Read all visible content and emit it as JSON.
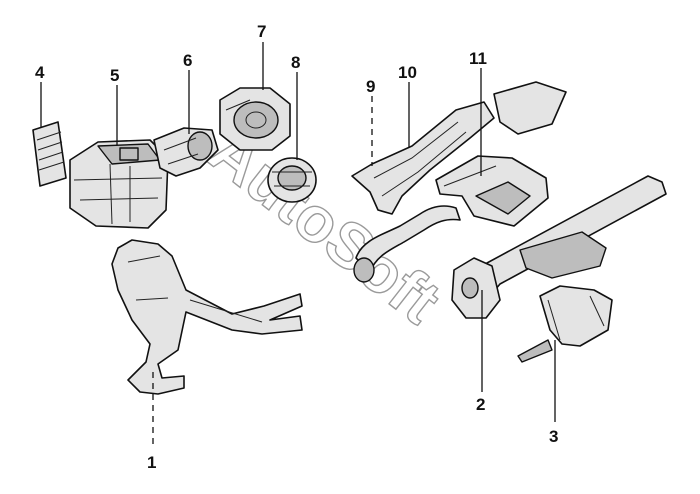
{
  "callouts": {
    "c1": "1",
    "c2": "2",
    "c3": "3",
    "c4": "4",
    "c5": "5",
    "c6": "6",
    "c7": "7",
    "c8": "8",
    "c9": "9",
    "c10": "10",
    "c11": "11"
  },
  "watermark": "AutoSoft"
}
